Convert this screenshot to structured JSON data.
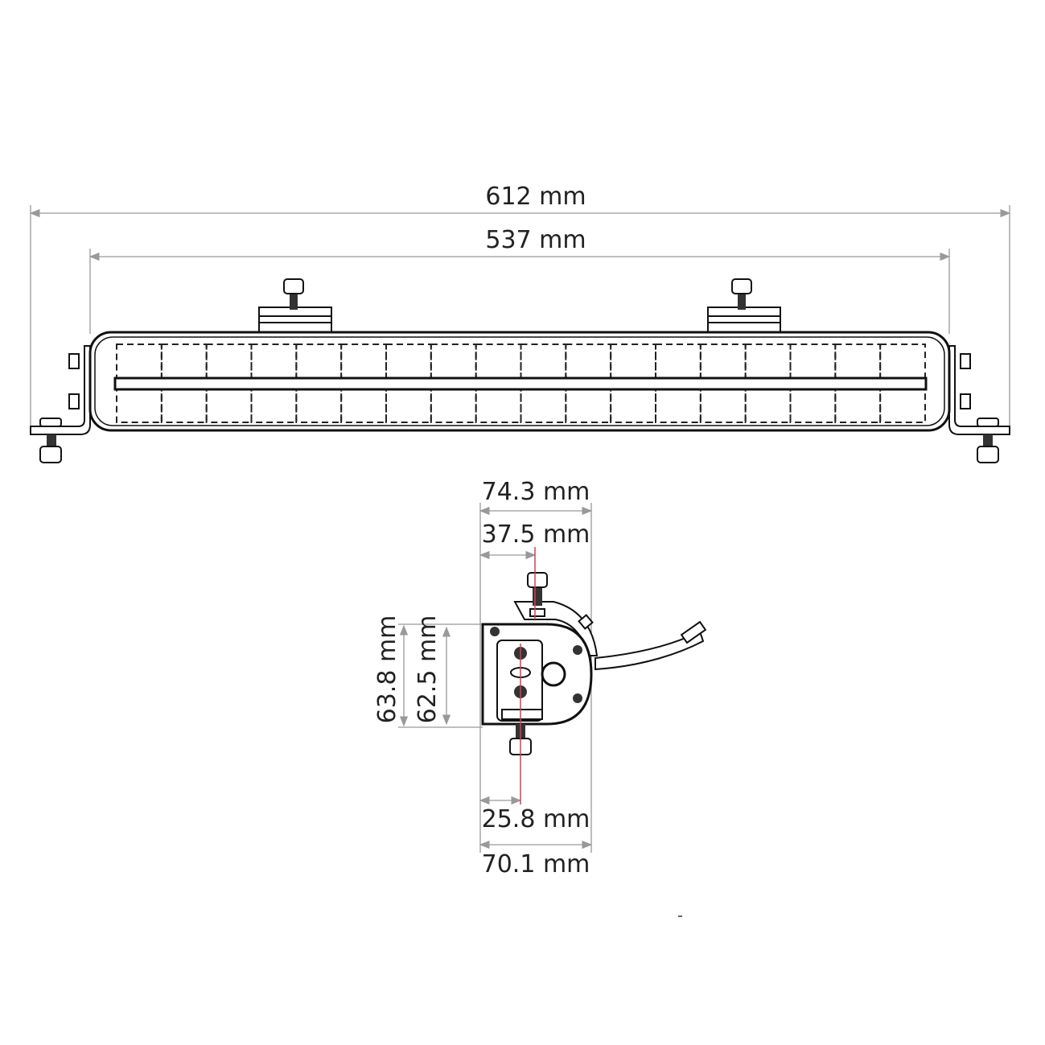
{
  "front_view": {
    "overall_length": "612 mm",
    "lens_length": "537 mm"
  },
  "side_view": {
    "overall_depth": "74.3 mm",
    "bolt_offset_top": "37.5 mm",
    "overall_height": "63.8 mm",
    "body_height": "62.5 mm",
    "bolt_offset_bottom": "25.8 mm",
    "body_depth": "70.1 mm"
  },
  "colors": {
    "centerline": "#d0405a",
    "dimension": "#999999",
    "outline": "#111111"
  }
}
